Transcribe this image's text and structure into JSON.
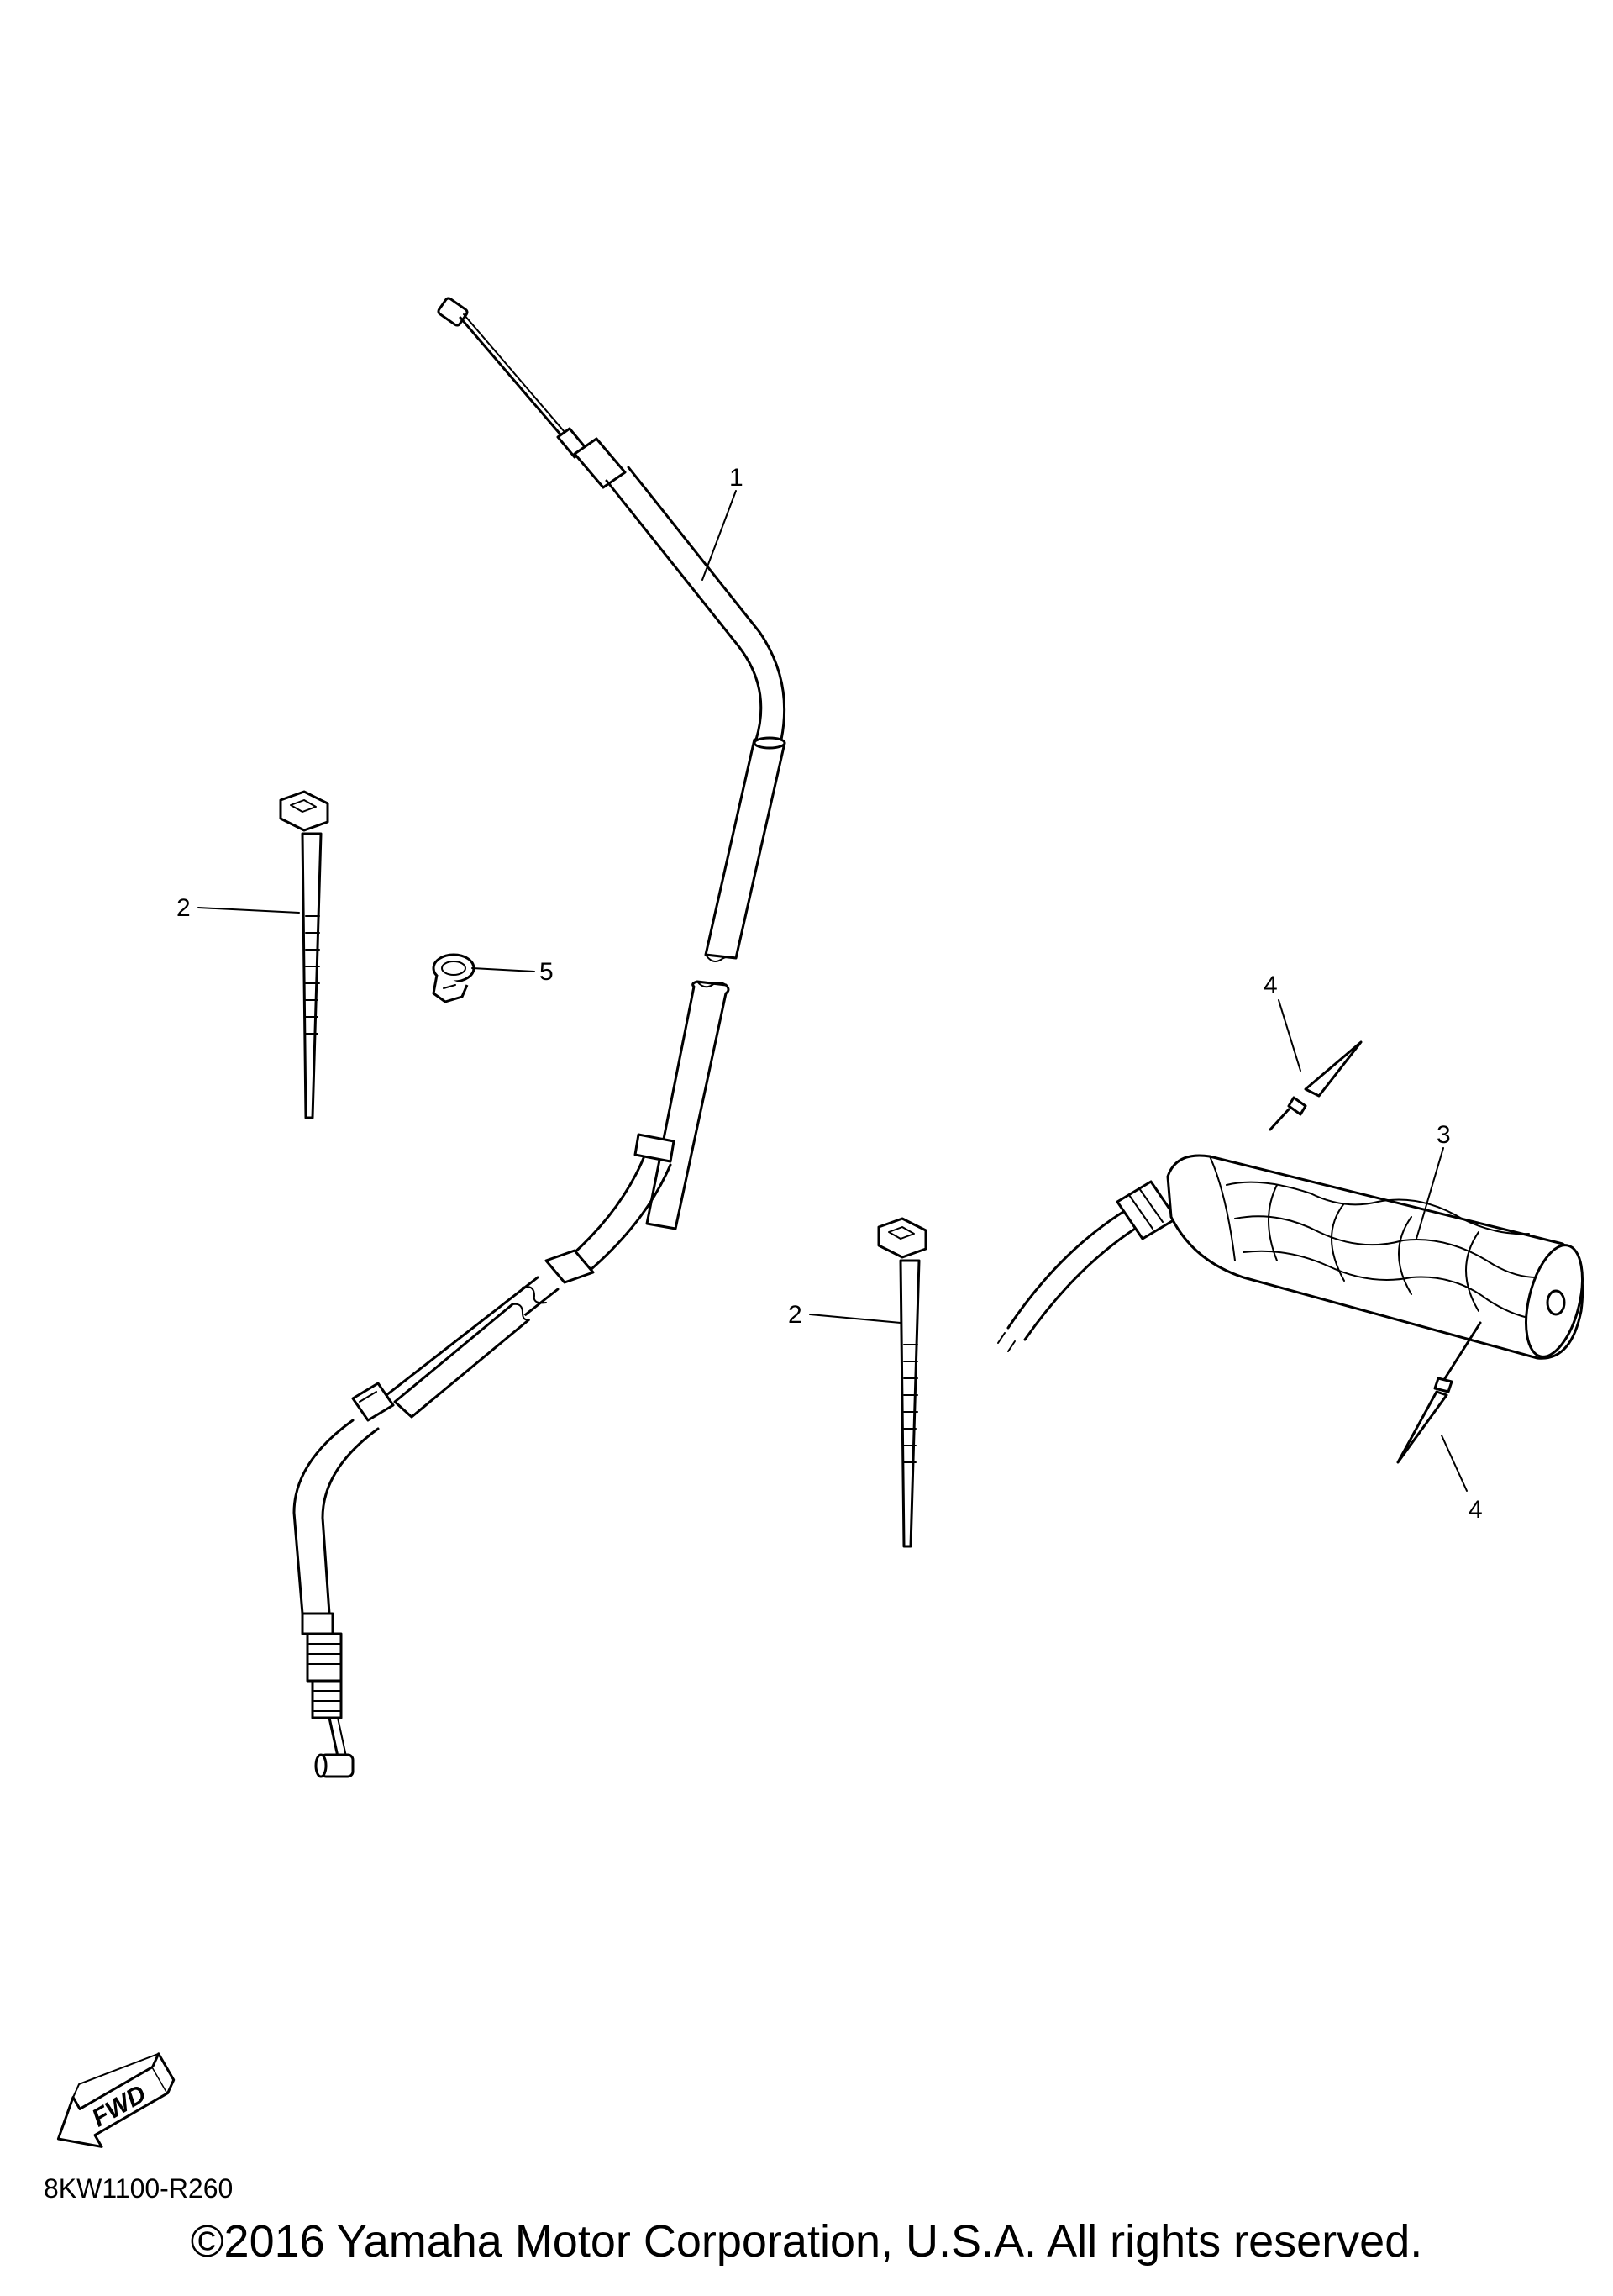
{
  "diagram": {
    "callouts": [
      {
        "label": "1",
        "part": "cable"
      },
      {
        "label": "2",
        "part": "cable-tie"
      },
      {
        "label": "2",
        "part": "cable-tie"
      },
      {
        "label": "3",
        "part": "grip"
      },
      {
        "label": "4",
        "part": "pin"
      },
      {
        "label": "4",
        "part": "pin"
      },
      {
        "label": "5",
        "part": "clamp"
      }
    ],
    "fwd_label": "FWD",
    "diagram_code": "8KW1100-R260",
    "copyright": "©2016 Yamaha Motor Corporation, U.S.A. All rights reserved."
  }
}
